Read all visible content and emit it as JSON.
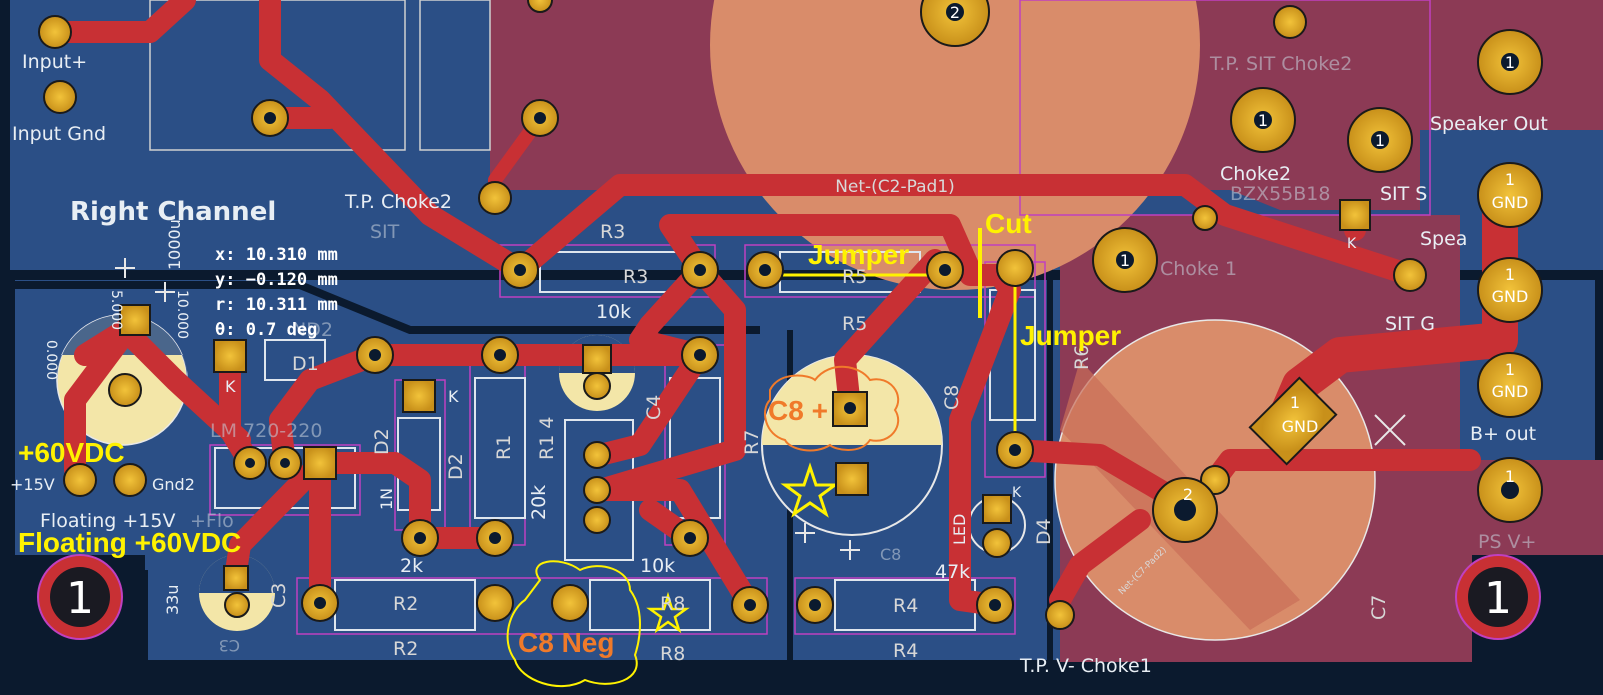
{
  "board": {
    "colors": {
      "background": "#0b1a2e",
      "copper_fill": "#2b4f86",
      "front_copper": "#c83034",
      "pad_gold": "#d8a520",
      "silkscreen": "#e8eef4",
      "courtyard": "#c040c0",
      "annotation_yellow": "#fff200",
      "annotation_orange": "#f07a2a"
    },
    "net_label": "Net-(C2-Pad1)",
    "net_label_small": "Net-(C7-Pad2)",
    "channel_title": "Right Channel"
  },
  "silkscreen": {
    "input_plus": "Input+",
    "input_gnd": "Input Gnd",
    "tp_choke2": "T.P. Choke2",
    "tp_choke2_mirror": "T.P. SIT Choke2",
    "sit": "SIT",
    "sit_s": "SIT S",
    "sit_g": "SIT G",
    "speaker_out": "Speaker Out",
    "speaker_short": "Spea",
    "choke2": "Choke2",
    "choke1": "Choke 1",
    "bzx": "BZX55B18",
    "gnd": "GND",
    "b_out": "B+ out",
    "ps_v": "PS V+",
    "tp_v_choke1": "T.P. V- Choke1",
    "plus15v": "+15V",
    "gnd2": "Gnd2",
    "floating15": "Floating +15V",
    "mirror_flo": "+Flo",
    "val_1000u": "1000u",
    "val_33u": "33u",
    "val_10k": "10k",
    "val_2k": "2k",
    "val_20k": "20k",
    "val_47k": "47k",
    "lm_ref": "LM 720-220",
    "n1": "1N",
    "k": "K",
    "led": "LED",
    "led_plus": "+",
    "zero": "0.000",
    "five": "5.000",
    "ten": "10.000",
    "c3_mirror": "C3",
    "c8_mirror": "C8"
  },
  "refs": {
    "r1": "R1",
    "r2": "R2",
    "r3": "R3",
    "r4": "R4",
    "r5": "R5",
    "r6": "R6",
    "r7": "R7",
    "r8": "R8",
    "c3": "C3",
    "c4": "C4",
    "c7": "C7",
    "c8": "C8",
    "d1": "D1",
    "d2": "D2",
    "d4": "D4",
    "r1_4": "R1 4",
    "d_2": "D2",
    "nd2": "ND2"
  },
  "cursor_readout": {
    "x": "x: 10.310 mm",
    "y": "y: −0.120 mm",
    "r": "r: 10.311 mm",
    "theta": "θ: 0.7 deg"
  },
  "annotations": {
    "jumper_top": "Jumper",
    "jumper_right": "Jumper",
    "cut": "Cut",
    "c8_plus": "C8 +",
    "c8_neg": "C8 Neg",
    "plus60": "+60VDC",
    "floating60": "Floating +60VDC"
  },
  "mounting_holes": {
    "left": "1",
    "right": "1"
  },
  "pad_number_one": "1",
  "pad_number_two": "2"
}
